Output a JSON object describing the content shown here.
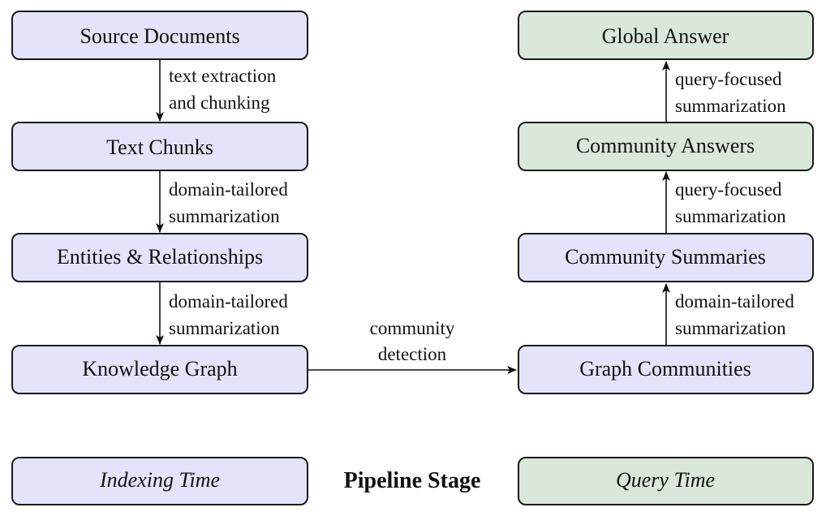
{
  "colors": {
    "indexing_fill": "#e3e3f9",
    "query_fill": "#dae8dc",
    "stroke": "#1a1a1a",
    "text": "#111111"
  },
  "nodes": {
    "source_documents": {
      "label": "Source Documents",
      "stage": "indexing"
    },
    "text_chunks": {
      "label": "Text Chunks",
      "stage": "indexing"
    },
    "entities_relationships": {
      "label": "Entities & Relationships",
      "stage": "indexing"
    },
    "knowledge_graph": {
      "label": "Knowledge Graph",
      "stage": "indexing"
    },
    "graph_communities": {
      "label": "Graph Communities",
      "stage": "indexing"
    },
    "community_summaries": {
      "label": "Community Summaries",
      "stage": "indexing"
    },
    "community_answers": {
      "label": "Community Answers",
      "stage": "query"
    },
    "global_answer": {
      "label": "Global Answer",
      "stage": "query"
    }
  },
  "edges": {
    "source_to_chunks": {
      "from": "source_documents",
      "to": "text_chunks",
      "label_line1": "text extraction",
      "label_line2": "and chunking"
    },
    "chunks_to_entities": {
      "from": "text_chunks",
      "to": "entities_relationships",
      "label_line1": "domain-tailored",
      "label_line2": "summarization"
    },
    "entities_to_graph": {
      "from": "entities_relationships",
      "to": "knowledge_graph",
      "label_line1": "domain-tailored",
      "label_line2": "summarization"
    },
    "graph_to_communities": {
      "from": "knowledge_graph",
      "to": "graph_communities",
      "label_line1": "community",
      "label_line2": "detection"
    },
    "communities_to_summaries": {
      "from": "graph_communities",
      "to": "community_summaries",
      "label_line1": "domain-tailored",
      "label_line2": "summarization"
    },
    "summaries_to_answers": {
      "from": "community_summaries",
      "to": "community_answers",
      "label_line1": "query-focused",
      "label_line2": "summarization"
    },
    "answers_to_global": {
      "from": "community_answers",
      "to": "global_answer",
      "label_line1": "query-focused",
      "label_line2": "summarization"
    }
  },
  "legend": {
    "title": "Pipeline Stage",
    "indexing_label": "Indexing Time",
    "query_label": "Query Time"
  }
}
